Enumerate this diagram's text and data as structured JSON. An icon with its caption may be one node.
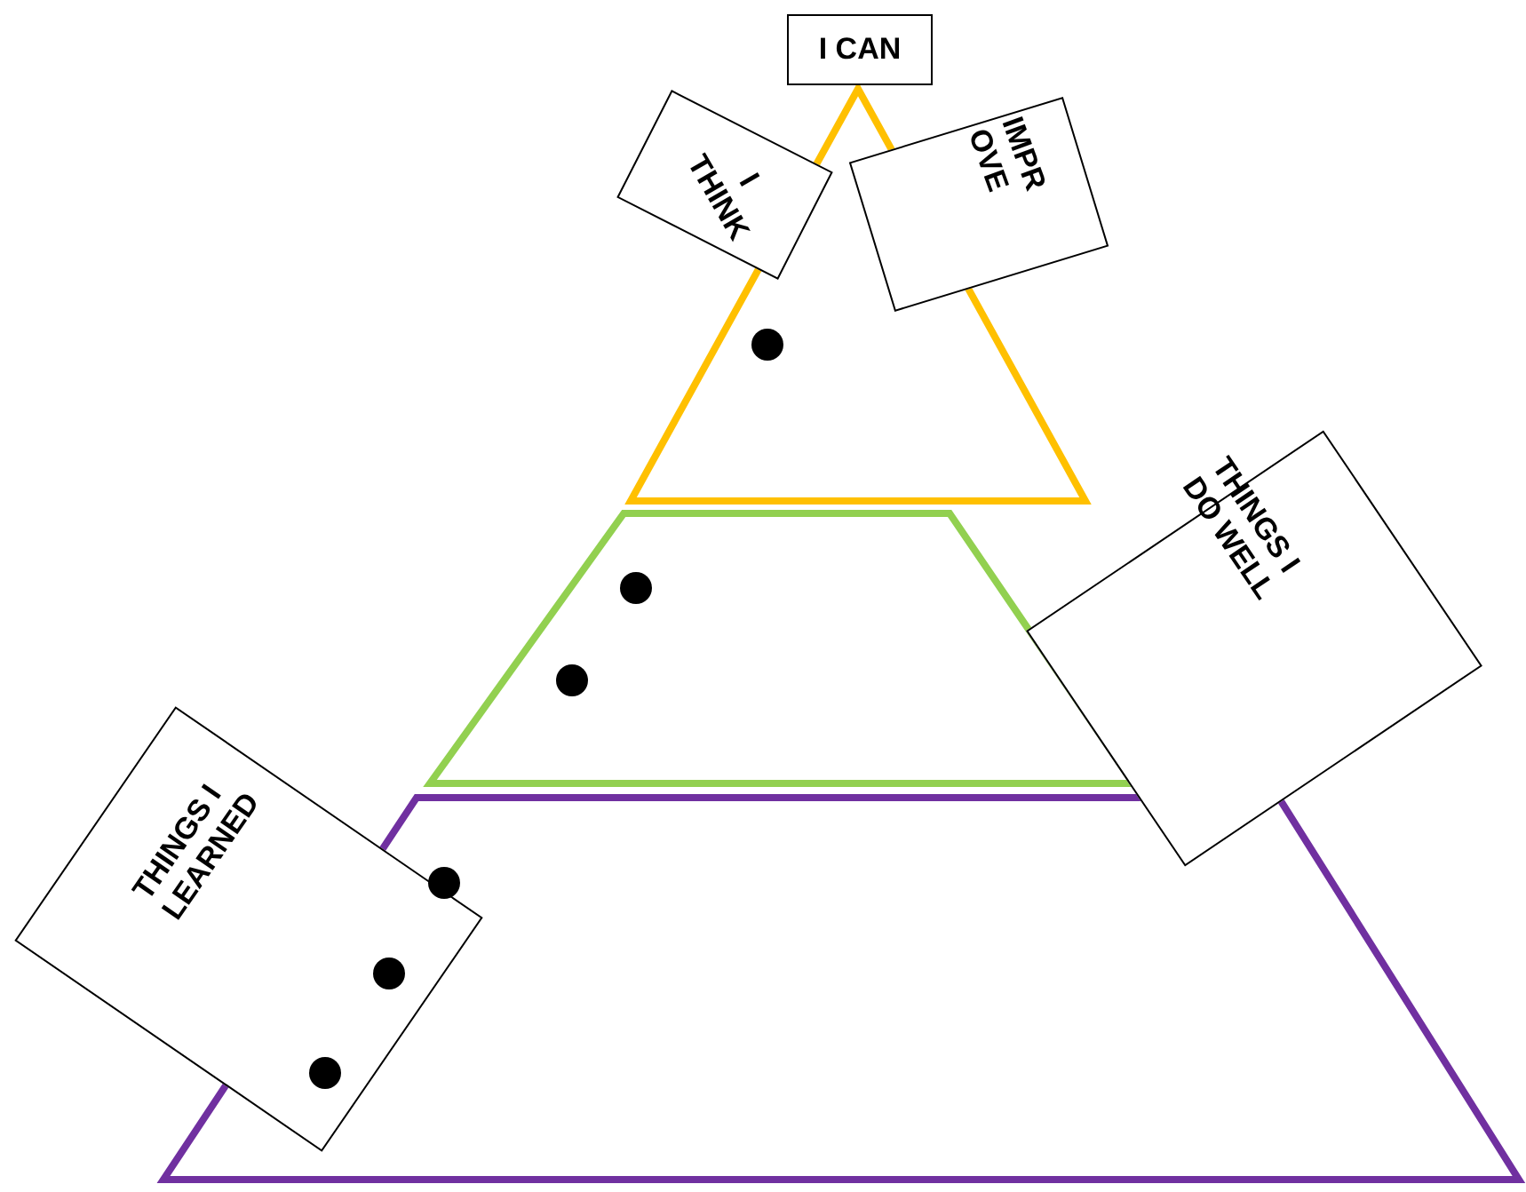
{
  "diagram": {
    "nodes": [
      {
        "text": [],
        "shape": "triangle"
      },
      {
        "text": [],
        "shape": "trapezoid"
      },
      {
        "text": [],
        "shape": "trapezoid"
      },
      {
        "text": [
          "I CAN"
        ]
      },
      {
        "text": [
          "I THINK"
        ]
      },
      {
        "text": [
          "IMPROVE"
        ]
      },
      {
        "text": [
          "THINGS I DO WELL"
        ]
      },
      {
        "text": [
          "THINGS I LEARNED"
        ]
      }
    ],
    "edges": []
  }
}
